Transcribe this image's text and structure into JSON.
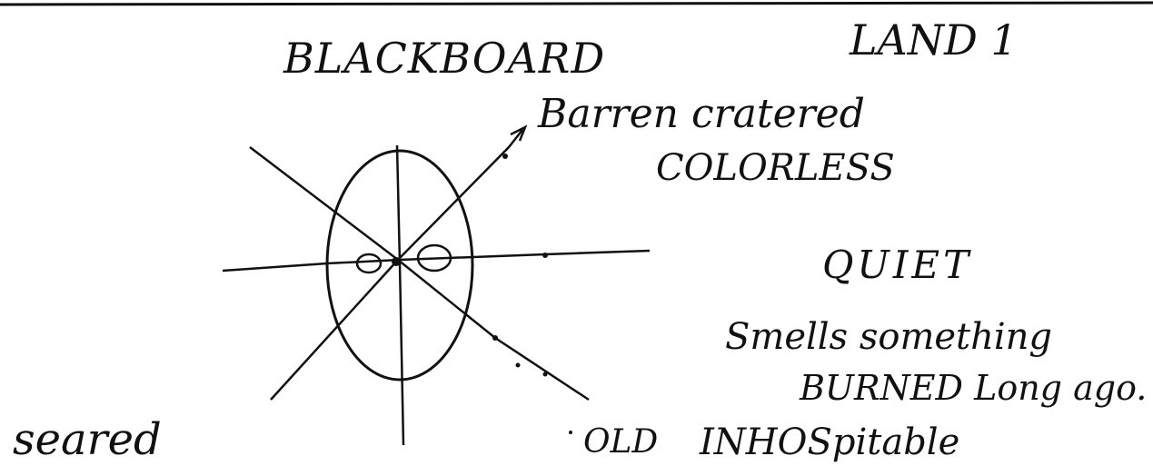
{
  "labels": {
    "title": "BLACKBOARD",
    "land": "LAND 1",
    "barren": "Barren cratered",
    "colorless": "COLORLESS",
    "quiet": "QUIET",
    "smells": "Smells something",
    "burned": "BURNED Long ago.",
    "inhospitable": "INHOSpitable",
    "seared": "seared",
    "old": "OLD"
  },
  "colors": {
    "ink": "#111111",
    "paper": "#ffffff"
  }
}
